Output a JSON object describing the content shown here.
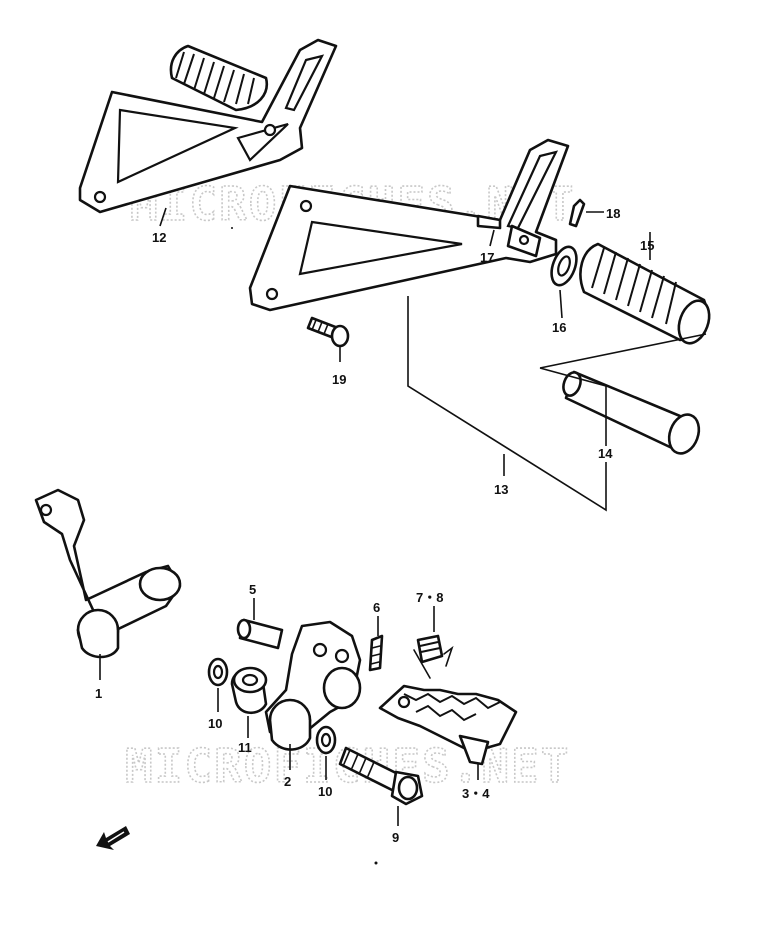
{
  "watermark": {
    "text": "MICROFICHES.NET"
  },
  "callouts": {
    "c1": "1",
    "c2": "2",
    "c3_4": "3・4",
    "c5": "5",
    "c6": "6",
    "c7_8": "7・8",
    "c9": "9",
    "c10a": "10",
    "c10b": "10",
    "c11": "11",
    "c12": "12",
    "c13": "13",
    "c14": "14",
    "c15": "15",
    "c16": "16",
    "c17": "17",
    "c18": "18",
    "c19": "19"
  },
  "icons": {
    "direction": "front-arrow-icon"
  }
}
